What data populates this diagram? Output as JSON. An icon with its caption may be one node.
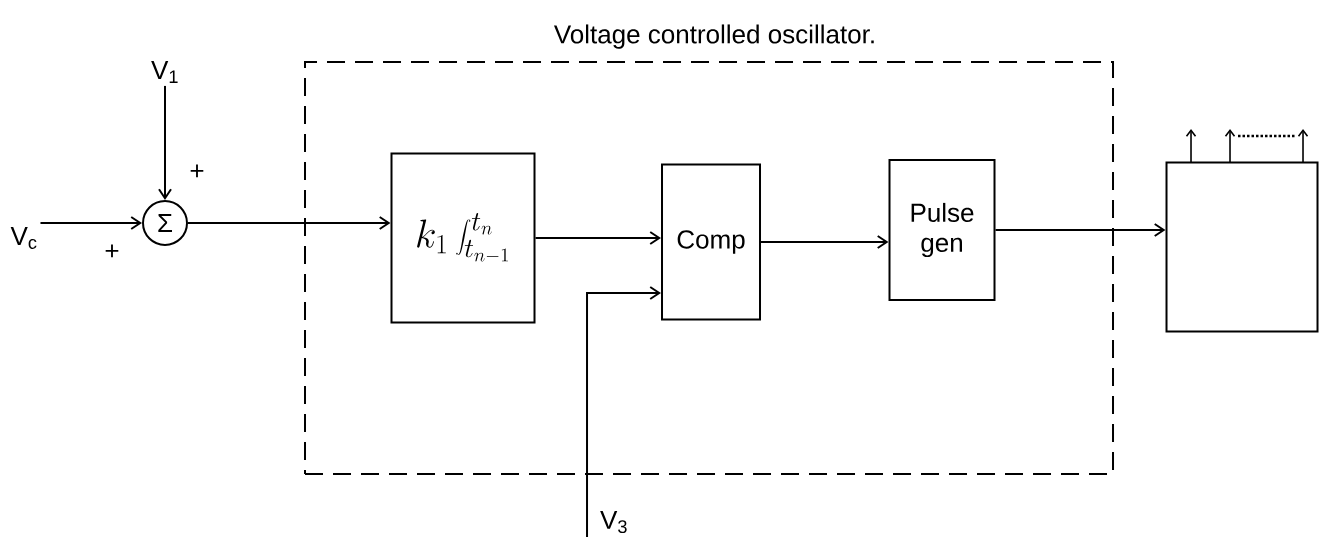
{
  "diagram": {
    "nodes": [
      {
        "text": [
          "Voltage controlled oscillator."
        ]
      },
      {
        "text": [
          "V$_{1}$"
        ]
      },
      {
        "text": [
          "V$_{c}$"
        ]
      },
      {
        "text": [
          "Σ"
        ]
      },
      {
        "text": [
          "k_1\\int_{t_{n-1}}^{t_n}"
        ],
        "in": 0
      },
      {
        "text": [
          "Comp"
        ],
        "in": 0
      },
      {
        "text": [
          "Pulse gen"
        ],
        "in": 0
      },
      {
        "text": [],
        "shape": "box"
      },
      {
        "text": [
          "V$_{3}$"
        ]
      }
    ],
    "edges": [
      {
        "from": 1,
        "to": 3,
        "arrow": "to"
      },
      {
        "from": 2,
        "to": 3,
        "arrow": "to"
      },
      {
        "from": 3,
        "to": 4,
        "arrow": "to"
      },
      {
        "from": 4,
        "to": 5,
        "arrow": "to"
      },
      {
        "from": 8,
        "to": 5,
        "arrow": "to"
      },
      {
        "from": 5,
        "to": 6,
        "arrow": "to"
      },
      {
        "from": 6,
        "to": 7,
        "arrow": "to"
      }
    ],
    "labels": [
      "+",
      "+"
    ]
  }
}
